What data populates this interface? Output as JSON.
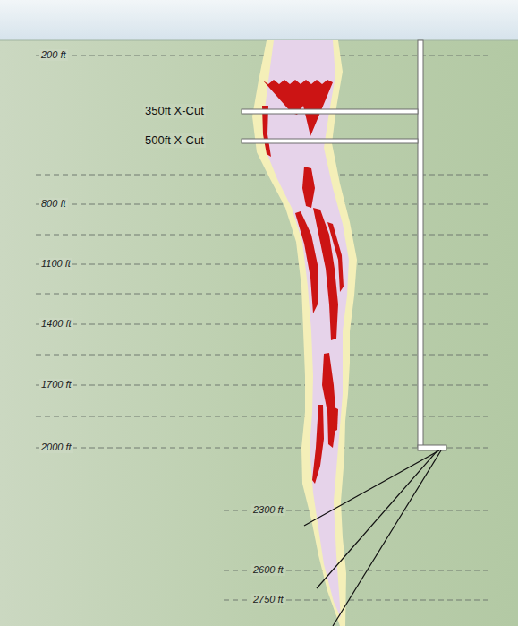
{
  "diagram": {
    "labels": [
      "200 ft",
      "350ft X-Cut",
      "500ft X-Cut",
      "800 ft",
      "1100 ft",
      "1400 ft",
      "1700 ft",
      "2000 ft",
      "2300 ft",
      "2600 ft",
      "2750 ft"
    ]
  }
}
